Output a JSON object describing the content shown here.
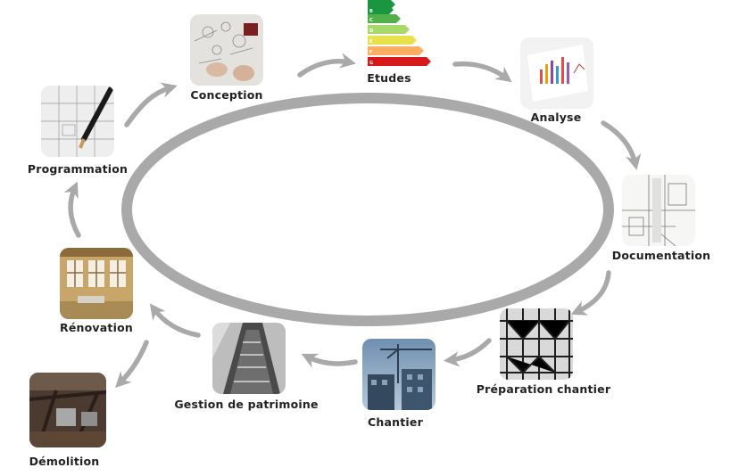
{
  "diagram": {
    "steps": [
      {
        "id": "conception",
        "label": "Conception",
        "image": "architect-sketch-photo"
      },
      {
        "id": "etudes",
        "label": "Etudes",
        "image": "energy-label-chart"
      },
      {
        "id": "analyse",
        "label": "Analyse",
        "image": "analysis-charts-photo"
      },
      {
        "id": "documentation",
        "label": "Documentation",
        "image": "floor-plan-drawing"
      },
      {
        "id": "preparation",
        "label": "Préparation chantier",
        "image": "scaffolding-photo"
      },
      {
        "id": "chantier",
        "label": "Chantier",
        "image": "construction-crane-photo"
      },
      {
        "id": "gestion",
        "label": "Gestion de patrimoine",
        "image": "building-facade-photo"
      },
      {
        "id": "renovation",
        "label": "Rénovation",
        "image": "renovation-interior-photo"
      },
      {
        "id": "demolition",
        "label": "Démolition",
        "image": "demolition-site-photo"
      },
      {
        "id": "programmation",
        "label": "Programmation",
        "image": "blueprint-pen-photo"
      }
    ],
    "energy_label_letters": [
      "A",
      "B",
      "C",
      "D",
      "E",
      "F",
      "G"
    ],
    "colors": {
      "ring": "#a9a9a9",
      "arrow": "#a9a9a9",
      "label": "#222222",
      "energy": [
        "#1a9641",
        "#52b04a",
        "#a6d96a",
        "#e8e24a",
        "#fdae61",
        "#f46d43",
        "#d7191c"
      ]
    }
  }
}
